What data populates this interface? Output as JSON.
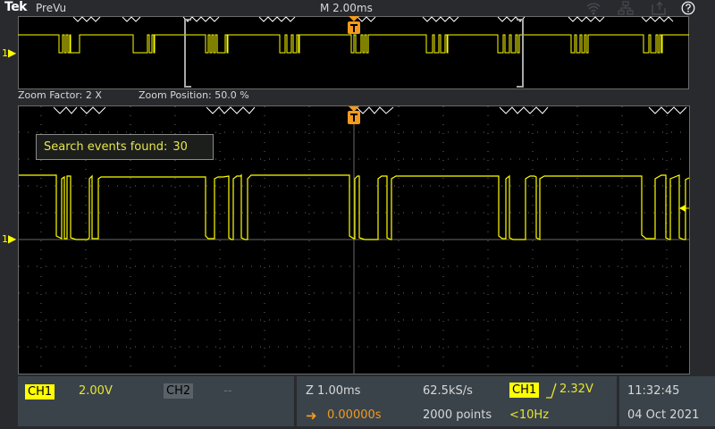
{
  "topbar": {
    "logo": "Tek",
    "mode": "PreVu",
    "horizontal_scale": "M 2.00ms",
    "icons": [
      "wifi-icon",
      "network-icon",
      "export-icon",
      "help-icon"
    ]
  },
  "preview": {
    "channel_marker": "1",
    "zoom_factor_label": "Zoom Factor: 2 X",
    "zoom_position_label": "Zoom Position: 50.0 %"
  },
  "main": {
    "channel_marker": "1",
    "search_label": "Search events found:",
    "search_count": "30"
  },
  "status": {
    "ch1_label": "CH1",
    "ch1_scale": "2.00V",
    "ch2_label": "CH2",
    "ch2_scale": "--",
    "zoom_scale": "Z 1.00ms",
    "position": "0.00000s",
    "sample_rate": "62.5kS/s",
    "record_length": "2000 points",
    "trigger_source": "CH1",
    "trigger_level": "2.32V",
    "trigger_freq": "<10Hz",
    "time": "11:32:45",
    "date": "04 Oct 2021"
  },
  "colors": {
    "ch1": "#ffff00",
    "trigger": "#f39a1e",
    "background": "#282a2e",
    "panel": "#3a434a"
  }
}
